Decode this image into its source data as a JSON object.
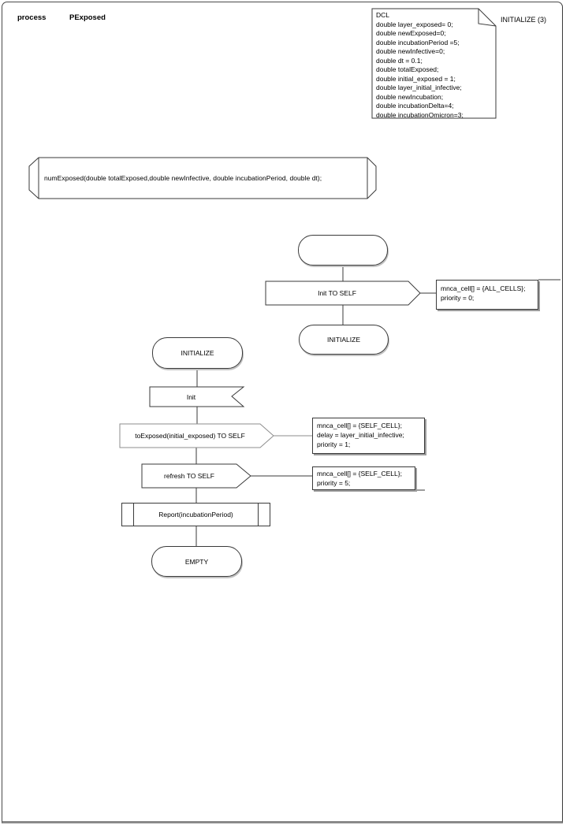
{
  "colors": {
    "line": "#3a3a3a",
    "muted_line": "#8d8d8d",
    "comment_shadow": "#9c9c9c",
    "page_bottom_edge": "#8a8a8a",
    "background": "#ffffff"
  },
  "header": {
    "kind_label": "process",
    "process_name": "PExposed",
    "page_label": "INITIALIZE (3)"
  },
  "declarations_note": {
    "text": "DCL\ndouble layer_exposed= 0;\ndouble newExposed=0;\ndouble incubationPeriod =5;\ndouble newInfective=0;\ndouble dt = 0.1;\ndouble totalExposed;\ndouble initial_exposed = 1;\ndouble layer_initial_infective;\ndouble newIncubation;\ndouble incubationDelta=4;\ndouble incubationOmicron=3;"
  },
  "procedure_declaration": {
    "text": "numExposed(double totalExposed,double newInfective, double incubationPeriod, double dt);"
  },
  "start_flow": {
    "start_state_label": "",
    "output_label": "Init TO SELF",
    "output_comment": "mnca_cell[] = {ALL_CELLS};\npriority = 0;",
    "next_state_label": "INITIALIZE"
  },
  "initialize_flow": {
    "state_label": "INITIALIZE",
    "input_label": "Init",
    "output1_label": "toExposed(initial_exposed) TO SELF",
    "output1_comment": "mnca_cell[] = {SELF_CELL};\ndelay = layer_initial_infective;\npriority = 1;",
    "output2_label": "refresh TO SELF",
    "output2_comment": "mnca_cell[] = {SELF_CELL};\npriority = 5;",
    "procedure_call_label": "Report(incubationPeriod)",
    "end_state_label": "EMPTY"
  }
}
